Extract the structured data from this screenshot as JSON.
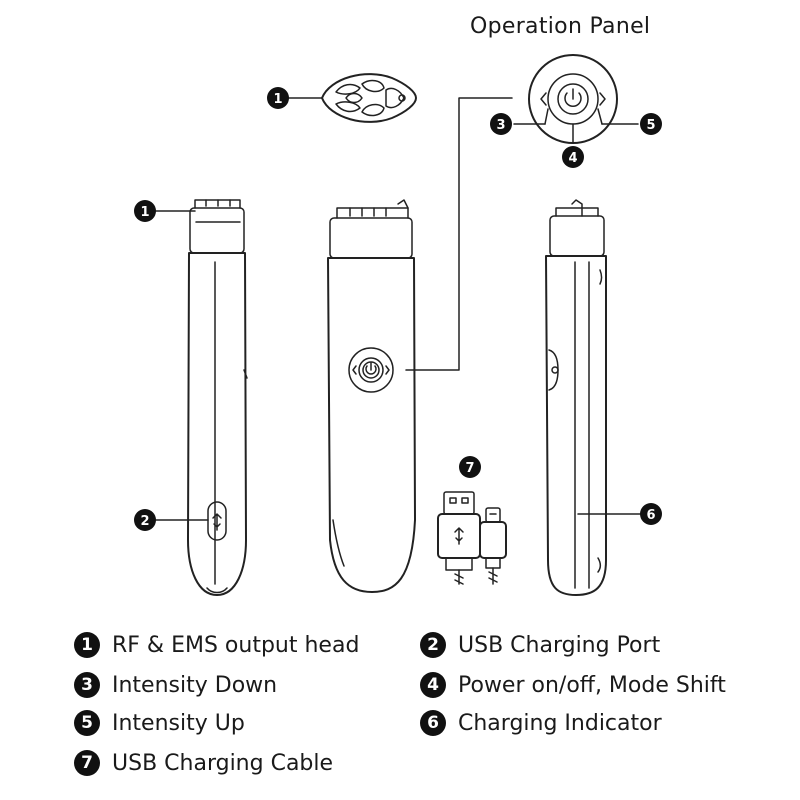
{
  "panel_title": "Operation Panel",
  "callouts": [
    "1",
    "2",
    "3",
    "4",
    "5",
    "6",
    "7"
  ],
  "legend": [
    {
      "num": "1",
      "label": "RF & EMS output head"
    },
    {
      "num": "2",
      "label": "USB Charging Port"
    },
    {
      "num": "3",
      "label": "Intensity Down"
    },
    {
      "num": "4",
      "label": "Power on/off, Mode Shift"
    },
    {
      "num": "5",
      "label": "Intensity Up"
    },
    {
      "num": "6",
      "label": "Charging Indicator"
    },
    {
      "num": "7",
      "label": "USB Charging Cable"
    }
  ],
  "icons": [
    "power-icon",
    "chevron-left-icon",
    "chevron-right-icon",
    "usb-icon"
  ]
}
